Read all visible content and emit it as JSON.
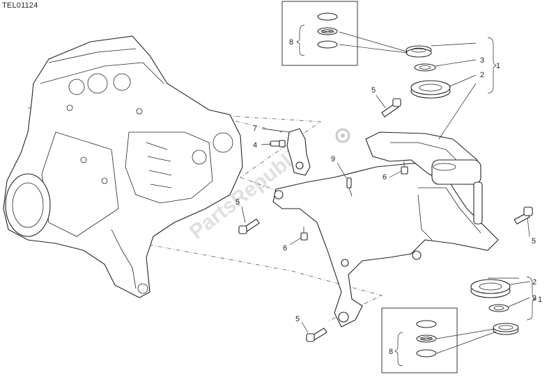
{
  "diagram": {
    "code": "TEL01124",
    "watermark": "PartsRepublik",
    "labels": {
      "l1_top": "1",
      "l2_top": "2",
      "l3_top": "3",
      "l5_top": "5",
      "l7": "7",
      "l4": "4",
      "l9": "9",
      "l6_mid": "6",
      "l5_left": "5",
      "l6_left": "6",
      "l5_right": "5",
      "l2_bot": "2",
      "l3_bot": "3",
      "l1_bot": "1",
      "l5_bot": "5",
      "l8_top": "8",
      "l8_bot": "8"
    }
  }
}
